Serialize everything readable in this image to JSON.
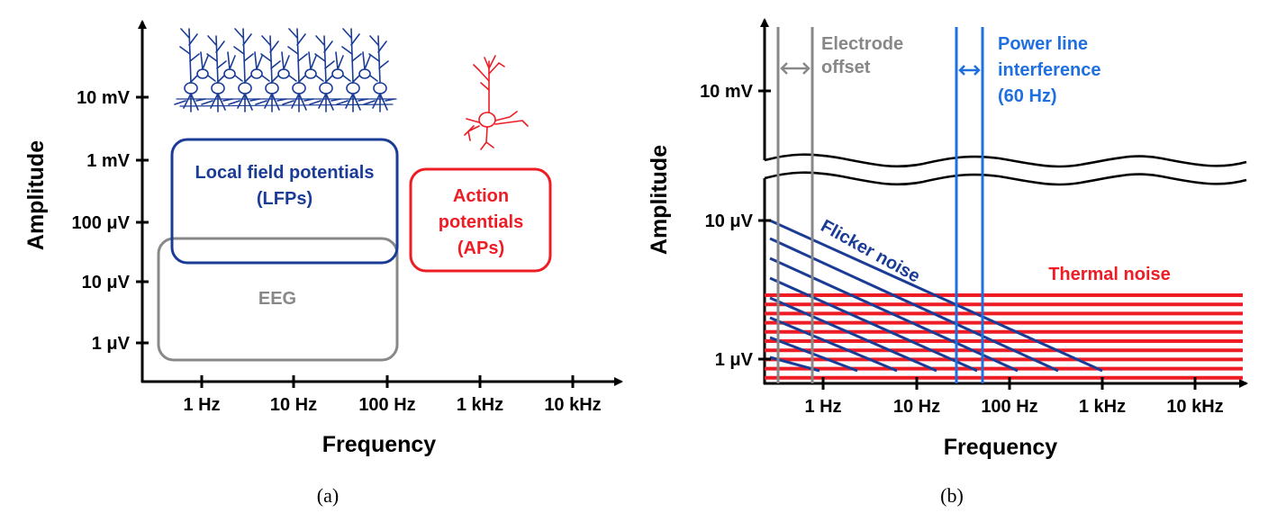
{
  "panel_a": {
    "caption": "(a)",
    "xlabel": "Frequency",
    "ylabel": "Amplitude",
    "x_ticks": [
      "1 Hz",
      "10 Hz",
      "100 Hz",
      "1 kHz",
      "10 kHz"
    ],
    "y_ticks": [
      "10 mV",
      "1 mV",
      "100 μV",
      "10 μV",
      "1 μV"
    ],
    "regions": {
      "lfp": {
        "line1": "Local field potentials",
        "line2": "(LFPs)"
      },
      "eeg": {
        "label": "EEG"
      },
      "ap": {
        "line1": "Action",
        "line2": "potentials",
        "line3": "(APs)"
      }
    },
    "icons": [
      "neuron-population-icon",
      "single-neuron-icon"
    ]
  },
  "panel_b": {
    "caption": "(b)",
    "xlabel": "Frequency",
    "ylabel": "Amplitude",
    "x_ticks": [
      "1 Hz",
      "10 Hz",
      "100 Hz",
      "1 kHz",
      "10 kHz"
    ],
    "y_ticks": [
      "10 mV",
      "10 μV",
      "1 μV"
    ],
    "electrode_offset": {
      "line1": "Electrode",
      "line2": "offset"
    },
    "power_line": {
      "line1": "Power line",
      "line2": "interference",
      "line3": "(60 Hz)"
    },
    "flicker": "Flicker noise",
    "thermal": "Thermal noise"
  },
  "colors": {
    "lfp_blue": "#1a3c96",
    "ap_red": "#ee1c25",
    "eeg_gray": "#888888",
    "power_line_blue": "#1f6fe0"
  }
}
